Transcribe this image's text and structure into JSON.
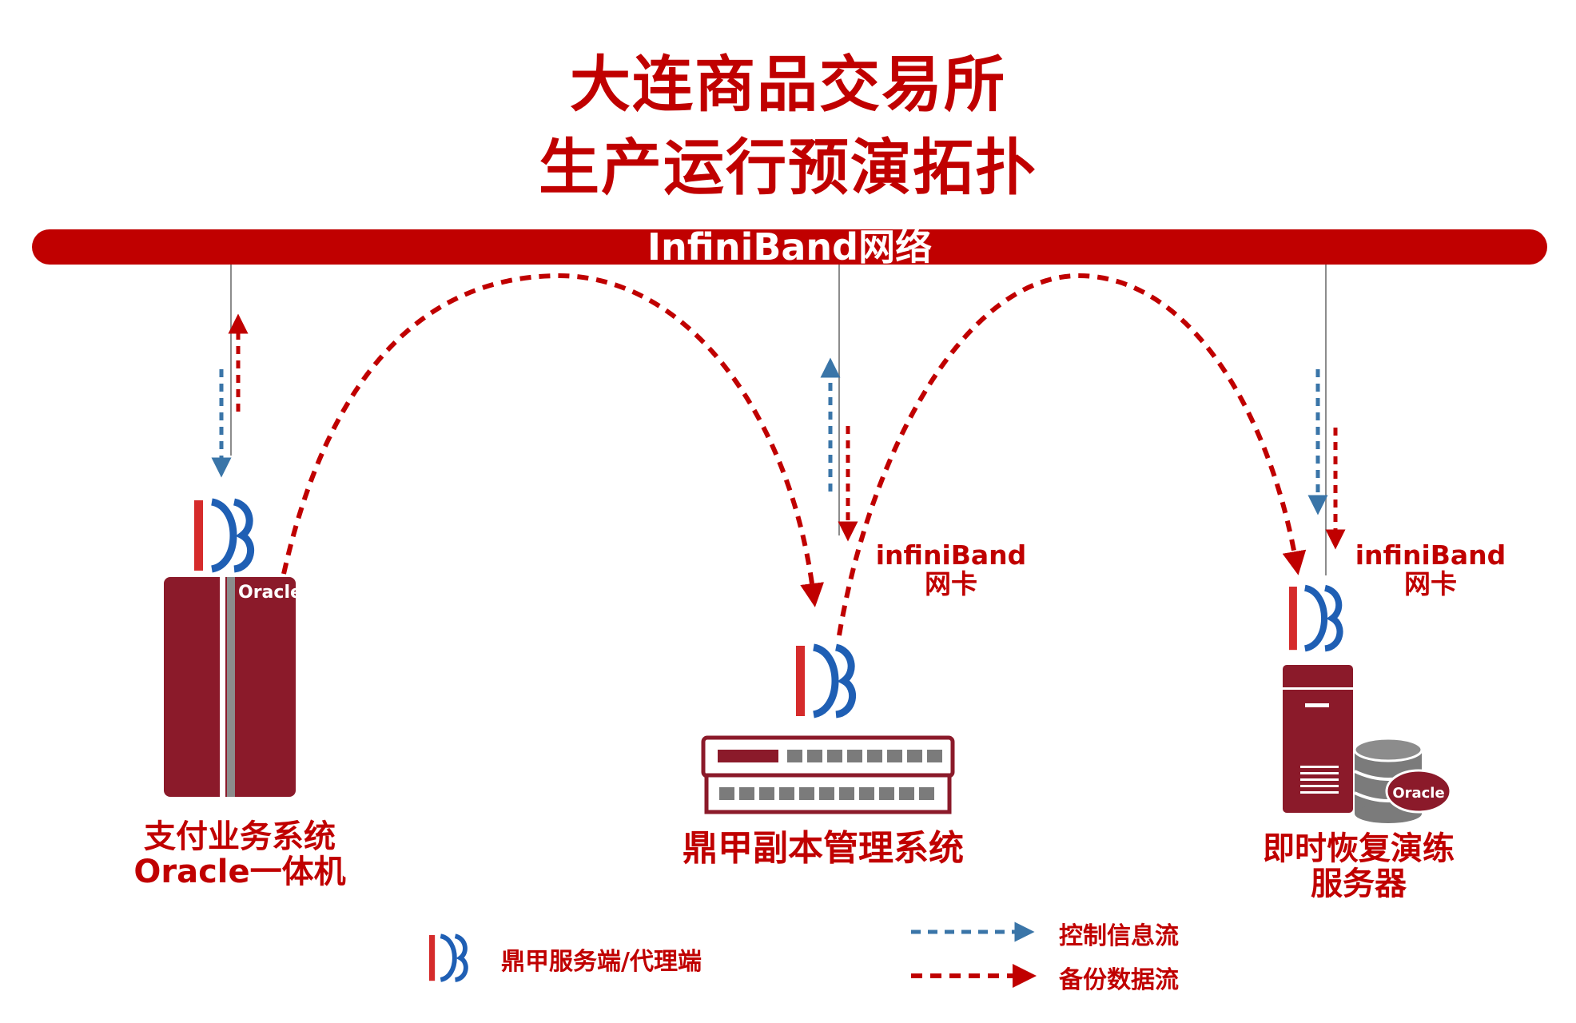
{
  "title": {
    "line1": "大连商品交易所",
    "line2": "生产运行预演拓扑"
  },
  "network": {
    "label": "InfiniBand网络"
  },
  "nodes": {
    "payment": {
      "line1": "支付业务系统",
      "line2": "Oracle一体机",
      "device_tag": "Oracle"
    },
    "replica": {
      "label": "鼎甲副本管理系统"
    },
    "recovery": {
      "line1": "即时恢复演练",
      "line2": "服务器",
      "db_tag": "Oracle"
    }
  },
  "nic_labels": {
    "replica": {
      "line1": "infiniBand",
      "line2": "网卡"
    },
    "recovery": {
      "line1": "infiniBand",
      "line2": "网卡"
    }
  },
  "legend": {
    "logo_label": "鼎甲服务端/代理端",
    "control_flow": "控制信息流",
    "backup_flow": "备份数据流"
  },
  "colors": {
    "brand_red": "#c00000",
    "device_red": "#8b1a2a",
    "flow_blue": "#3a75a8",
    "logo_blue": "#1f5fb4",
    "gray": "#8c8c8c"
  }
}
